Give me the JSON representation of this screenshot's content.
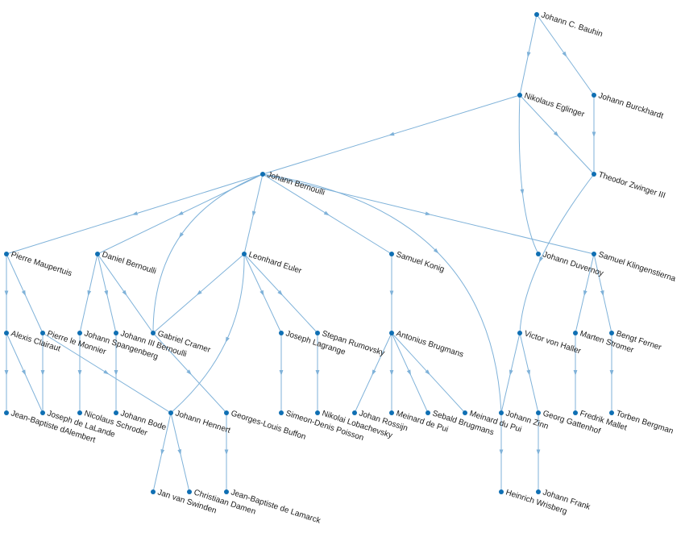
{
  "graph": {
    "nodes": [
      {
        "id": "bauhin",
        "label": "Johann C. Bauhin"
      },
      {
        "id": "eglinger",
        "label": "Nikolaus Eglinger"
      },
      {
        "id": "burckhardt",
        "label": "Johann Burckhardt"
      },
      {
        "id": "zwinger",
        "label": "Theodor Zwinger III"
      },
      {
        "id": "jbernoulli",
        "label": "Johann Bernoulli"
      },
      {
        "id": "maupertuis",
        "label": "Pierre Maupertuis"
      },
      {
        "id": "dbernoulli",
        "label": "Daniel Bernoulli"
      },
      {
        "id": "euler",
        "label": "Leonhard Euler"
      },
      {
        "id": "konig",
        "label": "Samuel Konig"
      },
      {
        "id": "duvernoy",
        "label": "Johann Duvernoy"
      },
      {
        "id": "klingenstierna",
        "label": "Samuel Klingenstierna"
      },
      {
        "id": "clairaut",
        "label": "Alexis Clairaut"
      },
      {
        "id": "lemonnier",
        "label": "Pierre le Monnier"
      },
      {
        "id": "spangenberg",
        "label": "Johann Spangenberg"
      },
      {
        "id": "j3bernoulli",
        "label": "Johann III Bernoulli"
      },
      {
        "id": "cramer",
        "label": "Gabriel Cramer"
      },
      {
        "id": "lagrange",
        "label": "Joseph Lagrange"
      },
      {
        "id": "rumovsky",
        "label": "Stepan Rumovsky"
      },
      {
        "id": "brugmans",
        "label": "Antonius Brugmans"
      },
      {
        "id": "haller",
        "label": "Victor von Haller"
      },
      {
        "id": "stromer",
        "label": "Marten Stromer"
      },
      {
        "id": "ferner",
        "label": "Bengt Ferner"
      },
      {
        "id": "dalembert",
        "label": "Jean-Baptiste dAlembert"
      },
      {
        "id": "lalande",
        "label": "Joseph de LaLande"
      },
      {
        "id": "schroder",
        "label": "Nicolaus Schroder"
      },
      {
        "id": "bode",
        "label": "Johann Bode"
      },
      {
        "id": "hennert",
        "label": "Johann Hennert"
      },
      {
        "id": "buffon",
        "label": "Georges-Louis Buffon"
      },
      {
        "id": "poisson",
        "label": "Simeon-Denis Poisson"
      },
      {
        "id": "lobachevsky",
        "label": "Nikolai Lobachevsky"
      },
      {
        "id": "rossijn",
        "label": "Johan Rossijn"
      },
      {
        "id": "meinardpui1",
        "label": "Meinard de Pui"
      },
      {
        "id": "sebald",
        "label": "Sebald Brugmans"
      },
      {
        "id": "meinardpui2",
        "label": "Meinard du Pui"
      },
      {
        "id": "zinn",
        "label": "Johann Zinn"
      },
      {
        "id": "gattenhof",
        "label": "Georg Gattenhof"
      },
      {
        "id": "mallet",
        "label": "Fredrik Mallet"
      },
      {
        "id": "bergman",
        "label": "Torben Bergman"
      },
      {
        "id": "swinden",
        "label": "Jan van Swinden"
      },
      {
        "id": "damen",
        "label": "Christiaan Damen"
      },
      {
        "id": "lamarck",
        "label": "Jean-Baptiste de Lamarck"
      },
      {
        "id": "wrisberg",
        "label": "Heinrich Wrisberg"
      },
      {
        "id": "frank",
        "label": "Johann Frank"
      }
    ],
    "edges": [
      [
        "bauhin",
        "eglinger"
      ],
      [
        "bauhin",
        "burckhardt"
      ],
      [
        "eglinger",
        "jbernoulli"
      ],
      [
        "eglinger",
        "zwinger"
      ],
      [
        "eglinger",
        "duvernoy"
      ],
      [
        "burckhardt",
        "zwinger"
      ],
      [
        "zwinger",
        "haller"
      ],
      [
        "jbernoulli",
        "maupertuis"
      ],
      [
        "jbernoulli",
        "dbernoulli"
      ],
      [
        "jbernoulli",
        "cramer"
      ],
      [
        "jbernoulli",
        "euler"
      ],
      [
        "jbernoulli",
        "konig"
      ],
      [
        "jbernoulli",
        "klingenstierna"
      ],
      [
        "jbernoulli",
        "zinn"
      ],
      [
        "maupertuis",
        "clairaut"
      ],
      [
        "maupertuis",
        "lemonnier"
      ],
      [
        "dbernoulli",
        "spangenberg"
      ],
      [
        "dbernoulli",
        "j3bernoulli"
      ],
      [
        "dbernoulli",
        "cramer"
      ],
      [
        "euler",
        "cramer"
      ],
      [
        "euler",
        "lagrange"
      ],
      [
        "euler",
        "rumovsky"
      ],
      [
        "euler",
        "hennert"
      ],
      [
        "konig",
        "brugmans"
      ],
      [
        "klingenstierna",
        "stromer"
      ],
      [
        "klingenstierna",
        "ferner"
      ],
      [
        "clairaut",
        "dalembert"
      ],
      [
        "clairaut",
        "lalande"
      ],
      [
        "lemonnier",
        "lalande"
      ],
      [
        "spangenberg",
        "schroder"
      ],
      [
        "j3bernoulli",
        "bode"
      ],
      [
        "cramer",
        "buffon"
      ],
      [
        "lagrange",
        "poisson"
      ],
      [
        "rumovsky",
        "lobachevsky"
      ],
      [
        "brugmans",
        "rossijn"
      ],
      [
        "brugmans",
        "meinardpui1"
      ],
      [
        "brugmans",
        "sebald"
      ],
      [
        "brugmans",
        "meinardpui2"
      ],
      [
        "haller",
        "zinn"
      ],
      [
        "haller",
        "gattenhof"
      ],
      [
        "stromer",
        "mallet"
      ],
      [
        "ferner",
        "bergman"
      ],
      [
        "lemonnier",
        "hennert"
      ],
      [
        "hennert",
        "swinden"
      ],
      [
        "hennert",
        "damen"
      ],
      [
        "buffon",
        "lamarck"
      ],
      [
        "zinn",
        "wrisberg"
      ],
      [
        "gattenhof",
        "frank"
      ]
    ]
  }
}
